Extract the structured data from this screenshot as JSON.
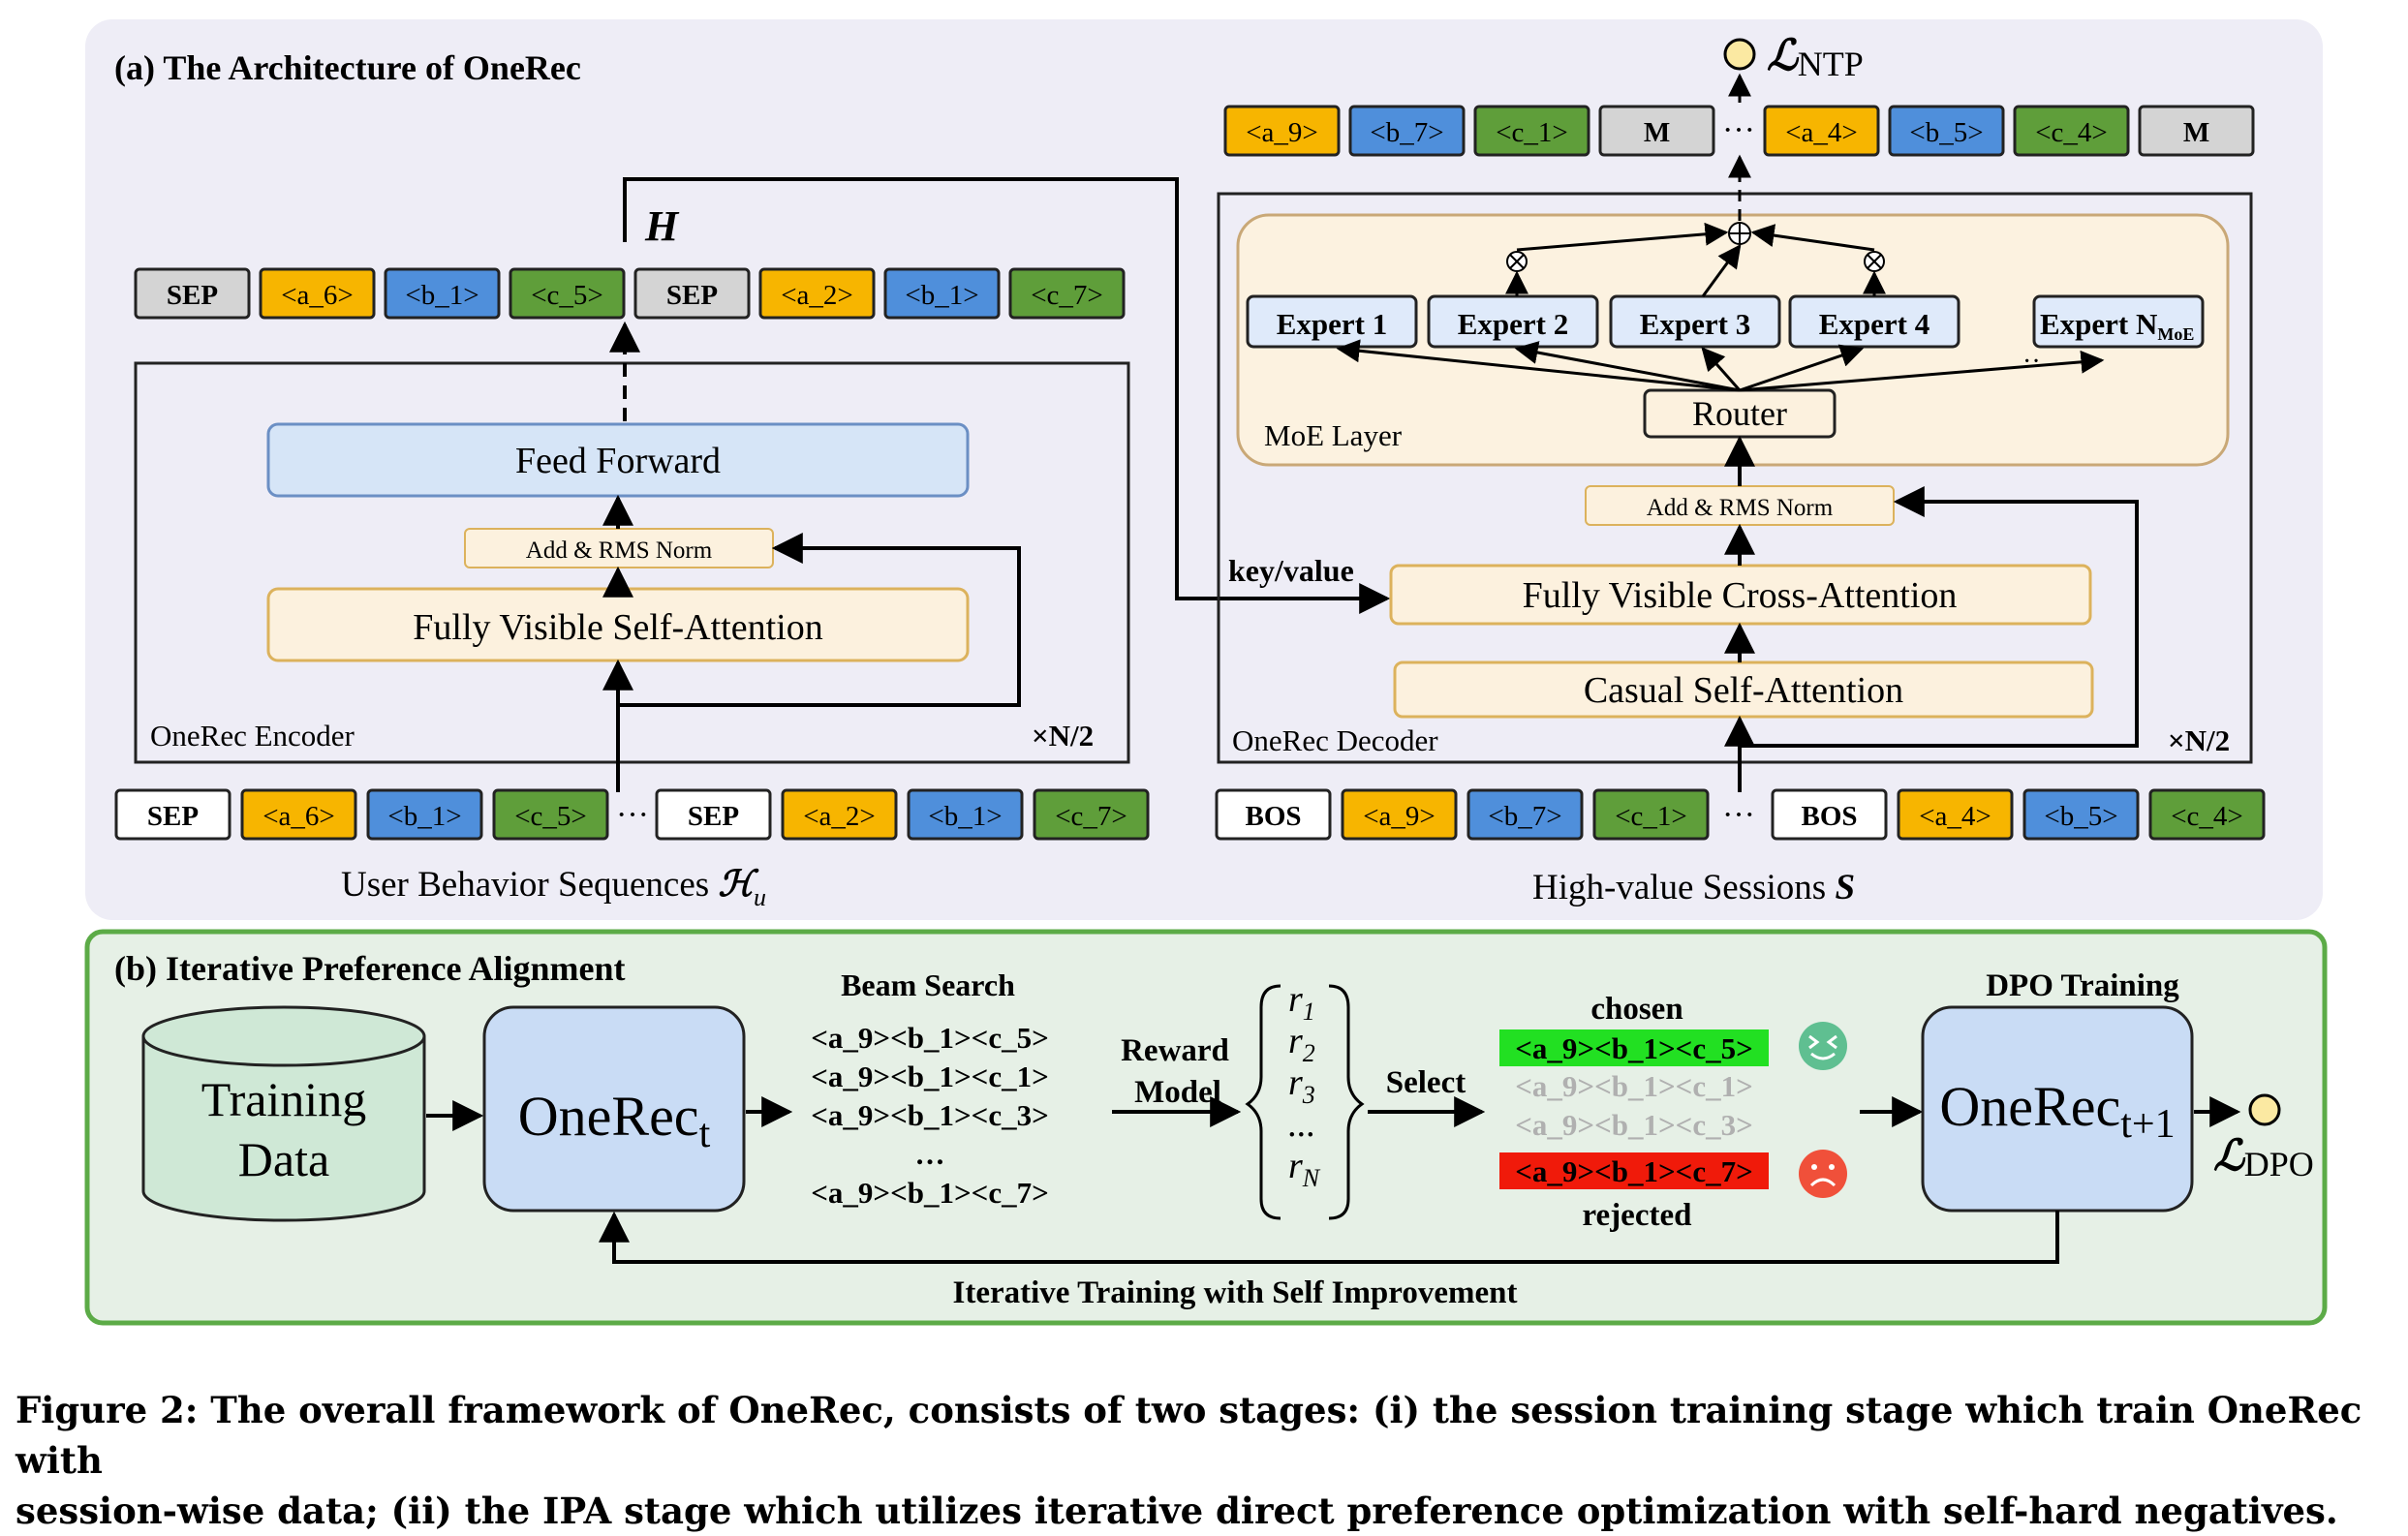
{
  "panel_a": {
    "title": "(a) The Architecture of OneRec",
    "h_label": "H",
    "key_value": "key/value",
    "loss_ntp": {
      "symbol": "ℒ",
      "sub": "NTP"
    },
    "encoder": {
      "name": "OneRec Encoder",
      "repeat": "×N/2",
      "feed_forward": "Feed Forward",
      "add_norm": "Add & RMS Norm",
      "self_attention": "Fully Visible Self-Attention"
    },
    "decoder": {
      "name": "OneRec Decoder",
      "repeat": "×N/2",
      "moe_layer": "MoE Layer",
      "router": "Router",
      "experts": [
        "Expert 1",
        "Expert 2",
        "Expert 3",
        "Expert 4"
      ],
      "expert_n": {
        "base": "Expert N",
        "sub": "MoE"
      },
      "add_norm": "Add & RMS Norm",
      "cross_attention": "Fully Visible Cross-Attention",
      "causal_attention": "Casual Self-Attention"
    },
    "encoder_output_tokens": [
      "SEP",
      "<a_6>",
      "<b_1>",
      "<c_5>",
      "SEP",
      "<a_2>",
      "<b_1>",
      "<c_7>"
    ],
    "user_tokens_1": [
      "SEP",
      "<a_6>",
      "<b_1>",
      "<c_5>"
    ],
    "user_tokens_2": [
      "SEP",
      "<a_2>",
      "<b_1>",
      "<c_7>"
    ],
    "session_tokens_1": [
      "BOS",
      "<a_9>",
      "<b_7>",
      "<c_1>"
    ],
    "session_tokens_2": [
      "BOS",
      "<a_4>",
      "<b_5>",
      "<c_4>"
    ],
    "decoder_output_1": [
      "<a_9>",
      "<b_7>",
      "<c_1>",
      "M"
    ],
    "decoder_output_2": [
      "<a_4>",
      "<b_5>",
      "<c_4>",
      "M"
    ],
    "ellipsis": "···",
    "user_sequences_label": {
      "text": "User Behavior Sequences ",
      "sym": "ℋ",
      "sub": "u"
    },
    "sessions_label": {
      "text": "High-value Sessions ",
      "sym": "S"
    }
  },
  "panel_b": {
    "title": "(b) Iterative Preference Alignment",
    "training_data": [
      "Training",
      "Data"
    ],
    "onerec_t": {
      "base": "OneRec",
      "sub": "t"
    },
    "beam_search": "Beam Search",
    "beam_items": [
      "<a_9><b_1><c_5>",
      "<a_9><b_1><c_1>",
      "<a_9><b_1><c_3>",
      "…",
      "<a_9><b_1><c_7>"
    ],
    "reward_model": [
      "Reward",
      "Model"
    ],
    "rewards": [
      {
        "base": "r",
        "sub": "1"
      },
      {
        "base": "r",
        "sub": "2"
      },
      {
        "base": "r",
        "sub": "3"
      },
      {
        "base": "...",
        "sub": ""
      },
      {
        "base": "r",
        "sub": "N"
      }
    ],
    "select": "Select",
    "chosen": "chosen",
    "rejected": "rejected",
    "ranked_items": [
      "<a_9><b_1><c_5>",
      "<a_9><b_1><c_1>",
      "<a_9><b_1><c_3>",
      "<a_9><b_1><c_7>"
    ],
    "dpo_training": "DPO Training",
    "onerec_t1": {
      "base": "OneRec",
      "sub": "t+1"
    },
    "loss_dpo": {
      "symbol": "ℒ",
      "sub": "DPO"
    },
    "loop_label": "Iterative Training with Self Improvement"
  },
  "caption": {
    "line1": "Figure 2: The overall framework of OneRec, consists of two stages: (i) the session training stage which train OneRec with",
    "line2": "session-wise data; (ii) the IPA stage which utilizes iterative direct preference optimization with self-hard negatives."
  },
  "colors": {
    "a_token": "#f7b500",
    "b_token": "#4f8fdb",
    "c_token": "#5f9e3a",
    "gray_token": "#d4d4d4",
    "panel_a_bg": "#eeedf6",
    "panel_b_bg": "#e6f0e6",
    "panel_b_border": "#5cab47",
    "attention_fill": "#fcf1de",
    "attention_border": "#dcb25c",
    "feed_forward_fill": "#d6e5f7",
    "expert_fill": "#dfeafa",
    "moe_fill": "#fcf2e0",
    "chosen_bg": "#22e022",
    "rejected_bg": "#f01a0a",
    "happy_face": "#5fbf91",
    "sad_face": "#f0503a",
    "loss_dot": "#fbe9a2"
  }
}
